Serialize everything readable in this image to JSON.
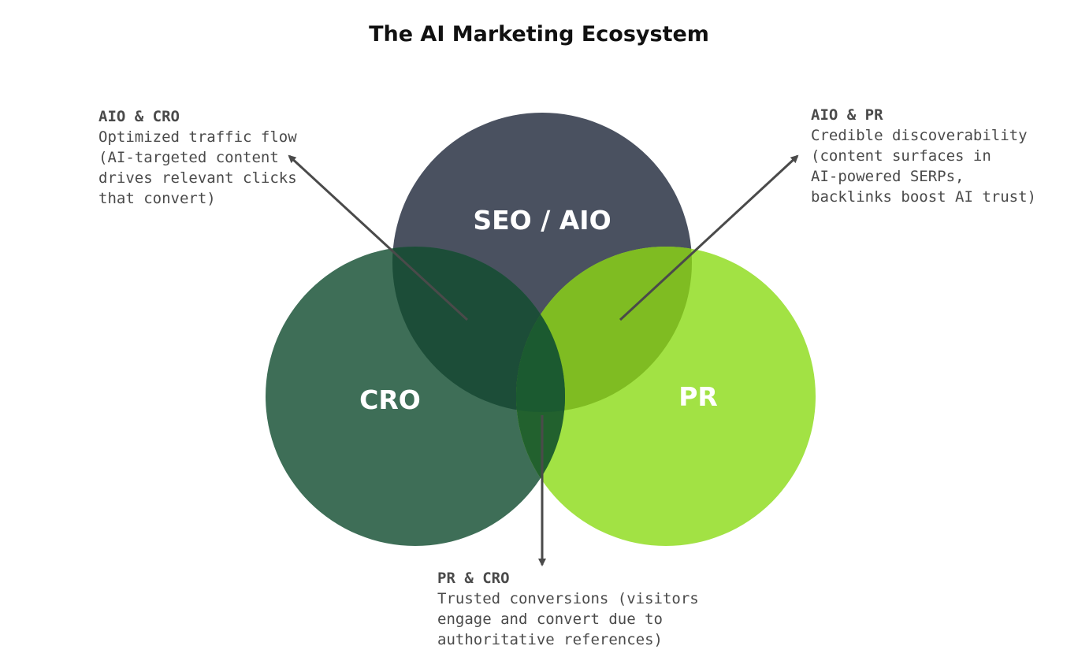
{
  "title": "The AI Marketing Ecosystem",
  "circles": {
    "seo": {
      "label": "SEO / AIO",
      "color": "#4a5160"
    },
    "cro": {
      "label": "CRO",
      "color": "#3e6e57"
    },
    "pr": {
      "label": "PR",
      "color": "#a2e244"
    }
  },
  "overlap_colors": {
    "seo_cro": "#1c4d38",
    "seo_pr": "#7fbc22",
    "pr_cro": "#22612e",
    "center": "#1b5a30"
  },
  "arrow_color": "#4a4a4a",
  "callouts": {
    "aio_cro": {
      "heading": "AIO & CRO",
      "body": "Optimized traffic flow\n(AI-targeted content\ndrives relevant clicks\nthat convert)"
    },
    "aio_pr": {
      "heading": "AIO & PR",
      "body": "Credible discoverability\n(content surfaces in\nAI-powered SERPs,\nbacklinks boost AI trust)"
    },
    "pr_cro": {
      "heading": "PR & CRO",
      "body": "Trusted conversions (visitors\nengage and convert due to\nauthoritative references)"
    }
  }
}
